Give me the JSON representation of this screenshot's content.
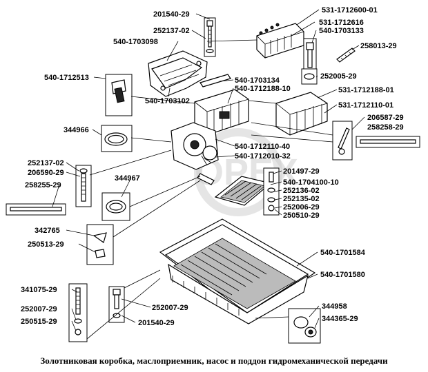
{
  "caption": "Золотниковая коробка, маслоприемник, насос и поддон гидромеханической передачи",
  "watermark": "OPEX",
  "parts": {
    "p201540_29_top": "201540-29",
    "p252137_02_top": "252137-02",
    "p540_1703098": "540-1703098",
    "p540_1703102": "540-1703102",
    "p531_1712600_01": "531-1712600-01",
    "p531_1712616": "531-1712616",
    "p540_1703133": "540-1703133",
    "p258013_29": "258013-29",
    "p252005_29": "252005-29",
    "p540_1712513": "540-1712513",
    "p540_1703134": "540-1703134",
    "p540_1712188_10": "540-1712188-10",
    "p531_1712188_01": "531-1712188-01",
    "p531_1712110_01": "531-1712110-01",
    "p206587_29": "206587-29",
    "p258258_29": "258258-29",
    "p344966": "344966",
    "p540_1712110_40": "540-1712110-40",
    "p540_1712010_32": "540-1712010-32",
    "p252137_02_left": "252137-02",
    "p206590_29": "206590-29",
    "p258255_29": "258255-29",
    "p344967": "344967",
    "p201497_29": "201497-29",
    "p540_1704100_10": "540-1704100-10",
    "p252136_02": "252136-02",
    "p252135_02": "252135-02",
    "p252006_29": "252006-29",
    "p250510_29": "250510-29",
    "p342765": "342765",
    "p250513_29": "250513-29",
    "p540_1701584": "540-1701584",
    "p540_1701580": "540-1701580",
    "p341075_29": "341075-29",
    "p252007_29_left": "252007-29",
    "p250515_29": "250515-29",
    "p252007_29_mid": "252007-29",
    "p201540_29_bot": "201540-29",
    "p344958": "344958",
    "p344365_29": "344365-29"
  }
}
